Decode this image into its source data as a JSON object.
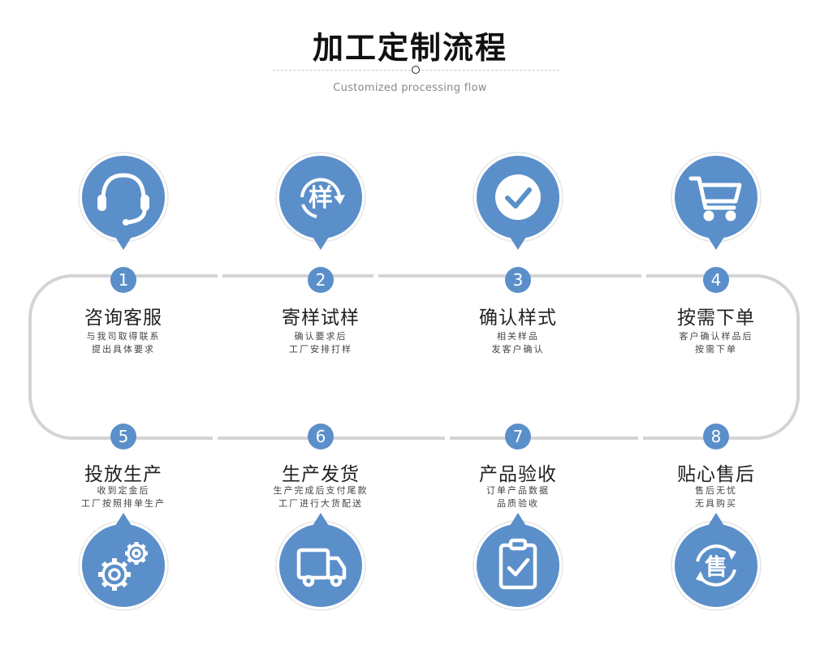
{
  "header": {
    "title": "加工定制流程",
    "subtitle": "Customized processing flow"
  },
  "colors": {
    "accent": "#5b8fca",
    "track": "#d4d4d4"
  },
  "steps": [
    {
      "number": "1",
      "title": "咨询客服",
      "desc1": "与我司取得联系",
      "desc2": "提出具体要求",
      "icon": "headset-icon"
    },
    {
      "number": "2",
      "title": "寄样试样",
      "desc1": "确认要求后",
      "desc2": "工厂安排打样",
      "icon": "sample-icon",
      "icon_text": "样"
    },
    {
      "number": "3",
      "title": "确认样式",
      "desc1": "相关样品",
      "desc2": "发客户确认",
      "icon": "checkmark-icon"
    },
    {
      "number": "4",
      "title": "按需下单",
      "desc1": "客户确认样品后",
      "desc2": "按需下单",
      "icon": "shopping-cart-icon"
    },
    {
      "number": "5",
      "title": "投放生产",
      "desc1": "收到定金后",
      "desc2": "工厂按照排单生产",
      "icon": "gears-icon"
    },
    {
      "number": "6",
      "title": "生产发货",
      "desc1": "生产完成后支付尾款",
      "desc2": "工厂进行大货配送",
      "icon": "truck-icon"
    },
    {
      "number": "7",
      "title": "产品验收",
      "desc1": "订单产品数据",
      "desc2": "品质验收",
      "icon": "clipboard-check-icon"
    },
    {
      "number": "8",
      "title": "贴心售后",
      "desc1": "售后无忧",
      "desc2": "无具购买",
      "icon": "after-sales-icon",
      "icon_text": "售"
    }
  ]
}
